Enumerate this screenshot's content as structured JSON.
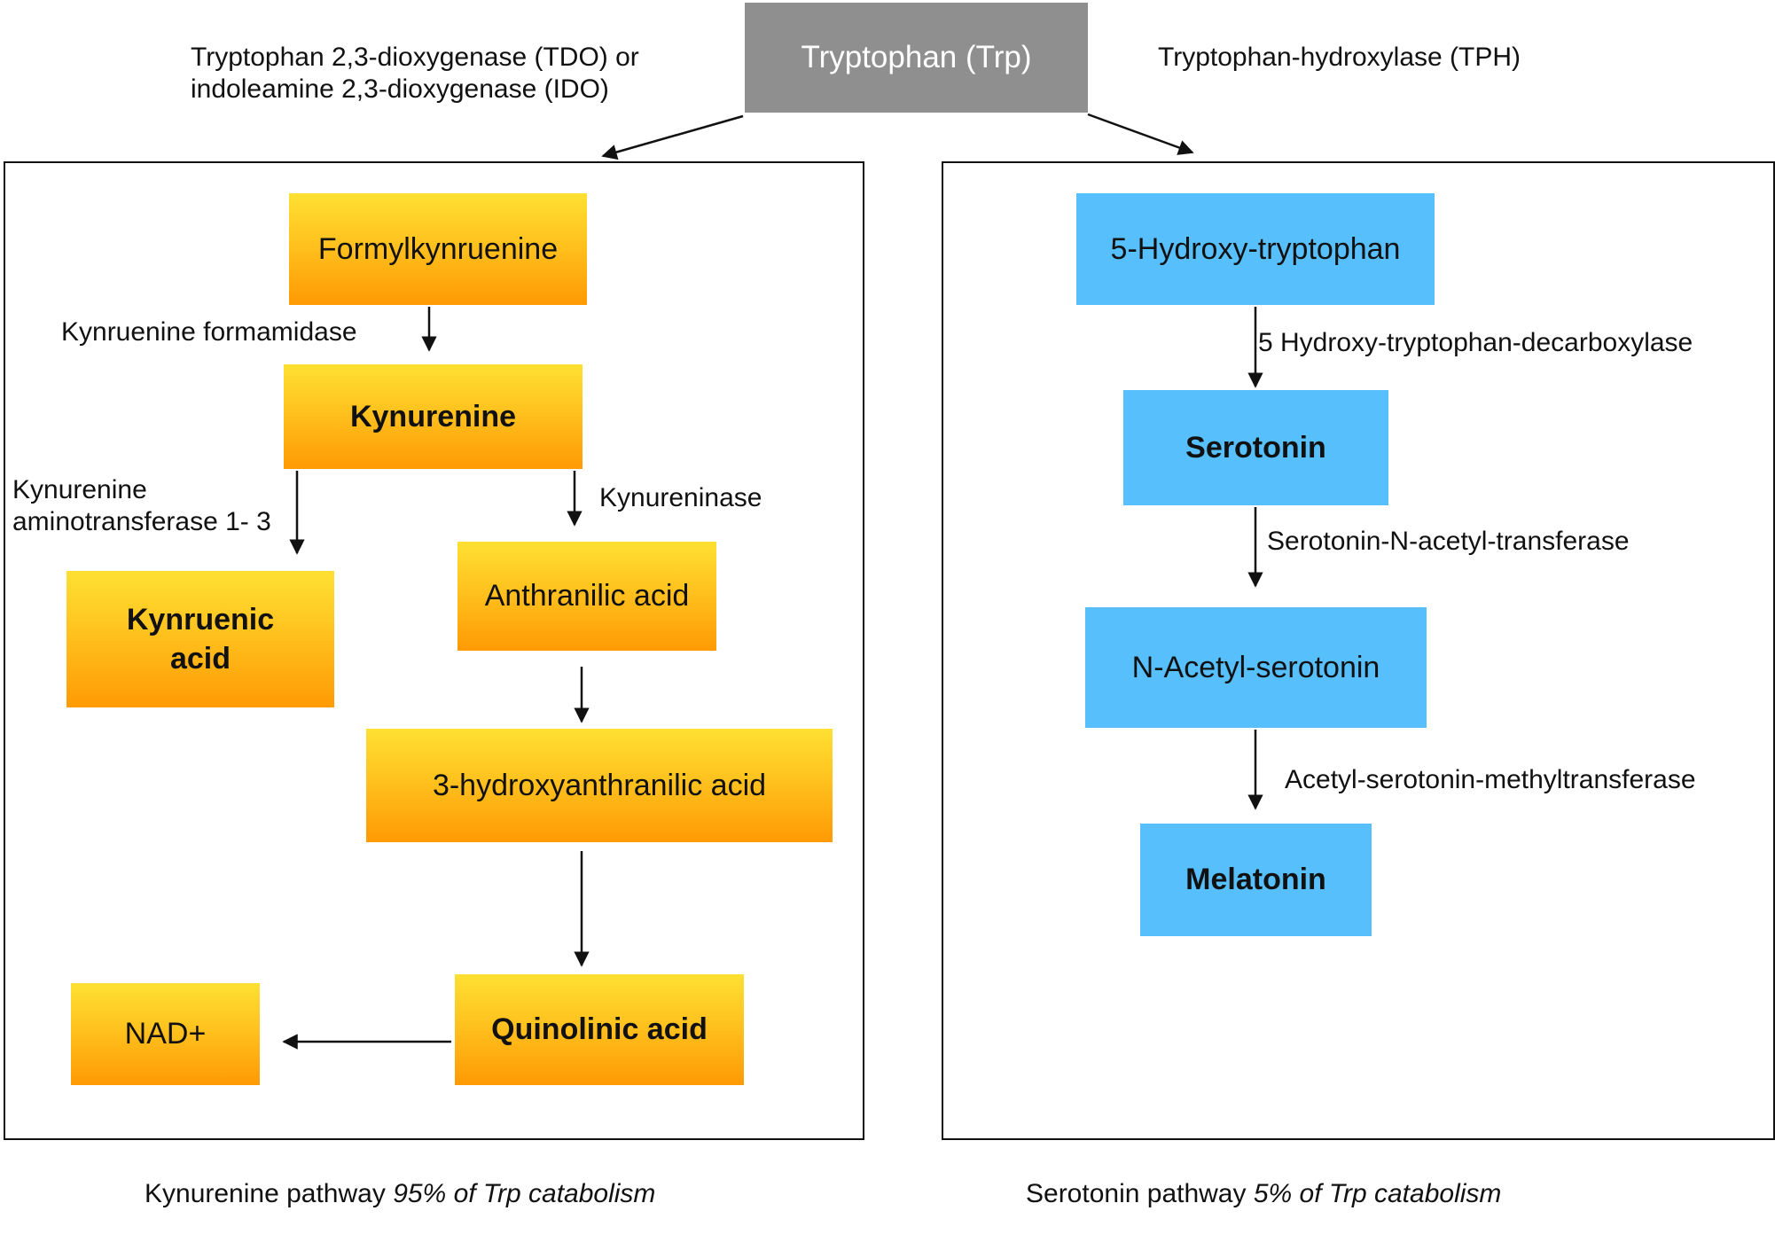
{
  "top": {
    "source": "Tryptophan (Trp)",
    "left_enzyme_line1": "Tryptophan 2,3-dioxygenase  (TDO) or",
    "left_enzyme_line2": "indoleamine 2,3-dioxygenase (IDO)",
    "right_enzyme": "Tryptophan-hydroxylase (TPH)"
  },
  "kynurenine_pathway": {
    "nodes": {
      "formylkynurenine": "Formylkynruenine",
      "kynurenine": "Kynurenine",
      "kynurenic_acid_line1": "Kynruenic",
      "kynurenic_acid_line2": "acid",
      "anthranilic_acid": "Anthranilic acid",
      "hydroxyanthranilic_acid": "3-hydroxyanthranilic acid",
      "quinolinic_acid": "Quinolinic acid",
      "nad": "NAD+"
    },
    "enzymes": {
      "formamidase": "Kynruenine formamidase",
      "aminotransferase_line1": "Kynurenine",
      "aminotransferase_line2": "aminotransferase 1- 3",
      "kynureninase": "Kynureninase"
    },
    "caption_main": "Kynurenine pathway ",
    "caption_italic": "95% of Trp catabolism"
  },
  "serotonin_pathway": {
    "nodes": {
      "hydroxytryptophan": "5-Hydroxy-tryptophan",
      "serotonin": "Serotonin",
      "n_acetyl_serotonin": "N-Acetyl-serotonin",
      "melatonin": "Melatonin"
    },
    "enzymes": {
      "decarboxylase": "5 Hydroxy-tryptophan-decarboxylase",
      "acetyl_transferase": "Serotonin-N-acetyl-transferase",
      "methyltransferase": "Acetyl-serotonin-methyltransferase"
    },
    "caption_main": "Serotonin pathway ",
    "caption_italic": "5% of Trp catabolism"
  },
  "colors": {
    "kynurenine_nodes_top": "#ffe033",
    "kynurenine_nodes_bottom": "#ff9a05",
    "serotonin_nodes": "#56bffc",
    "source_node": "#8f8f8f"
  }
}
